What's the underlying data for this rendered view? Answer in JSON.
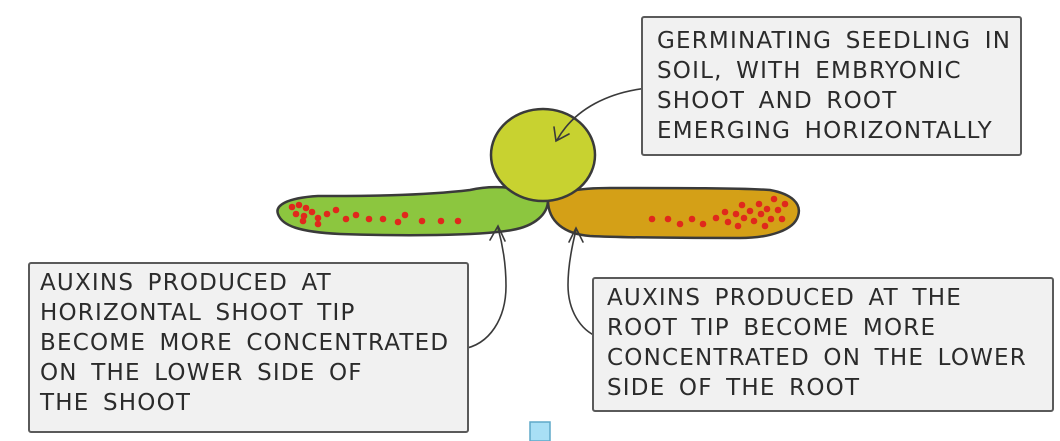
{
  "colors": {
    "shoot": "#8cc63f",
    "seed": "#c8d230",
    "root": "#d4a017",
    "auxin_dot": "#e0281c",
    "box_fill": "#f1f1f1",
    "box_border": "#5a5a5a",
    "outline": "#3a3a3a",
    "ground_marker": "#a8dff5"
  },
  "labels": {
    "seedling": [
      "GERMINATING SEEDLING IN",
      "SOIL, WITH EMBRYONIC",
      "SHOOT AND ROOT",
      "EMERGING HORIZONTALLY"
    ],
    "shoot": [
      "AUXINS PRODUCED AT",
      "HORIZONTAL SHOOT TIP",
      "BECOME MORE CONCENTRATED",
      "ON THE LOWER SIDE OF",
      "THE SHOOT"
    ],
    "root": [
      "AUXINS PRODUCED AT THE",
      "ROOT TIP BECOME MORE",
      "CONCENTRATED ON THE LOWER",
      "SIDE OF THE ROOT"
    ]
  }
}
